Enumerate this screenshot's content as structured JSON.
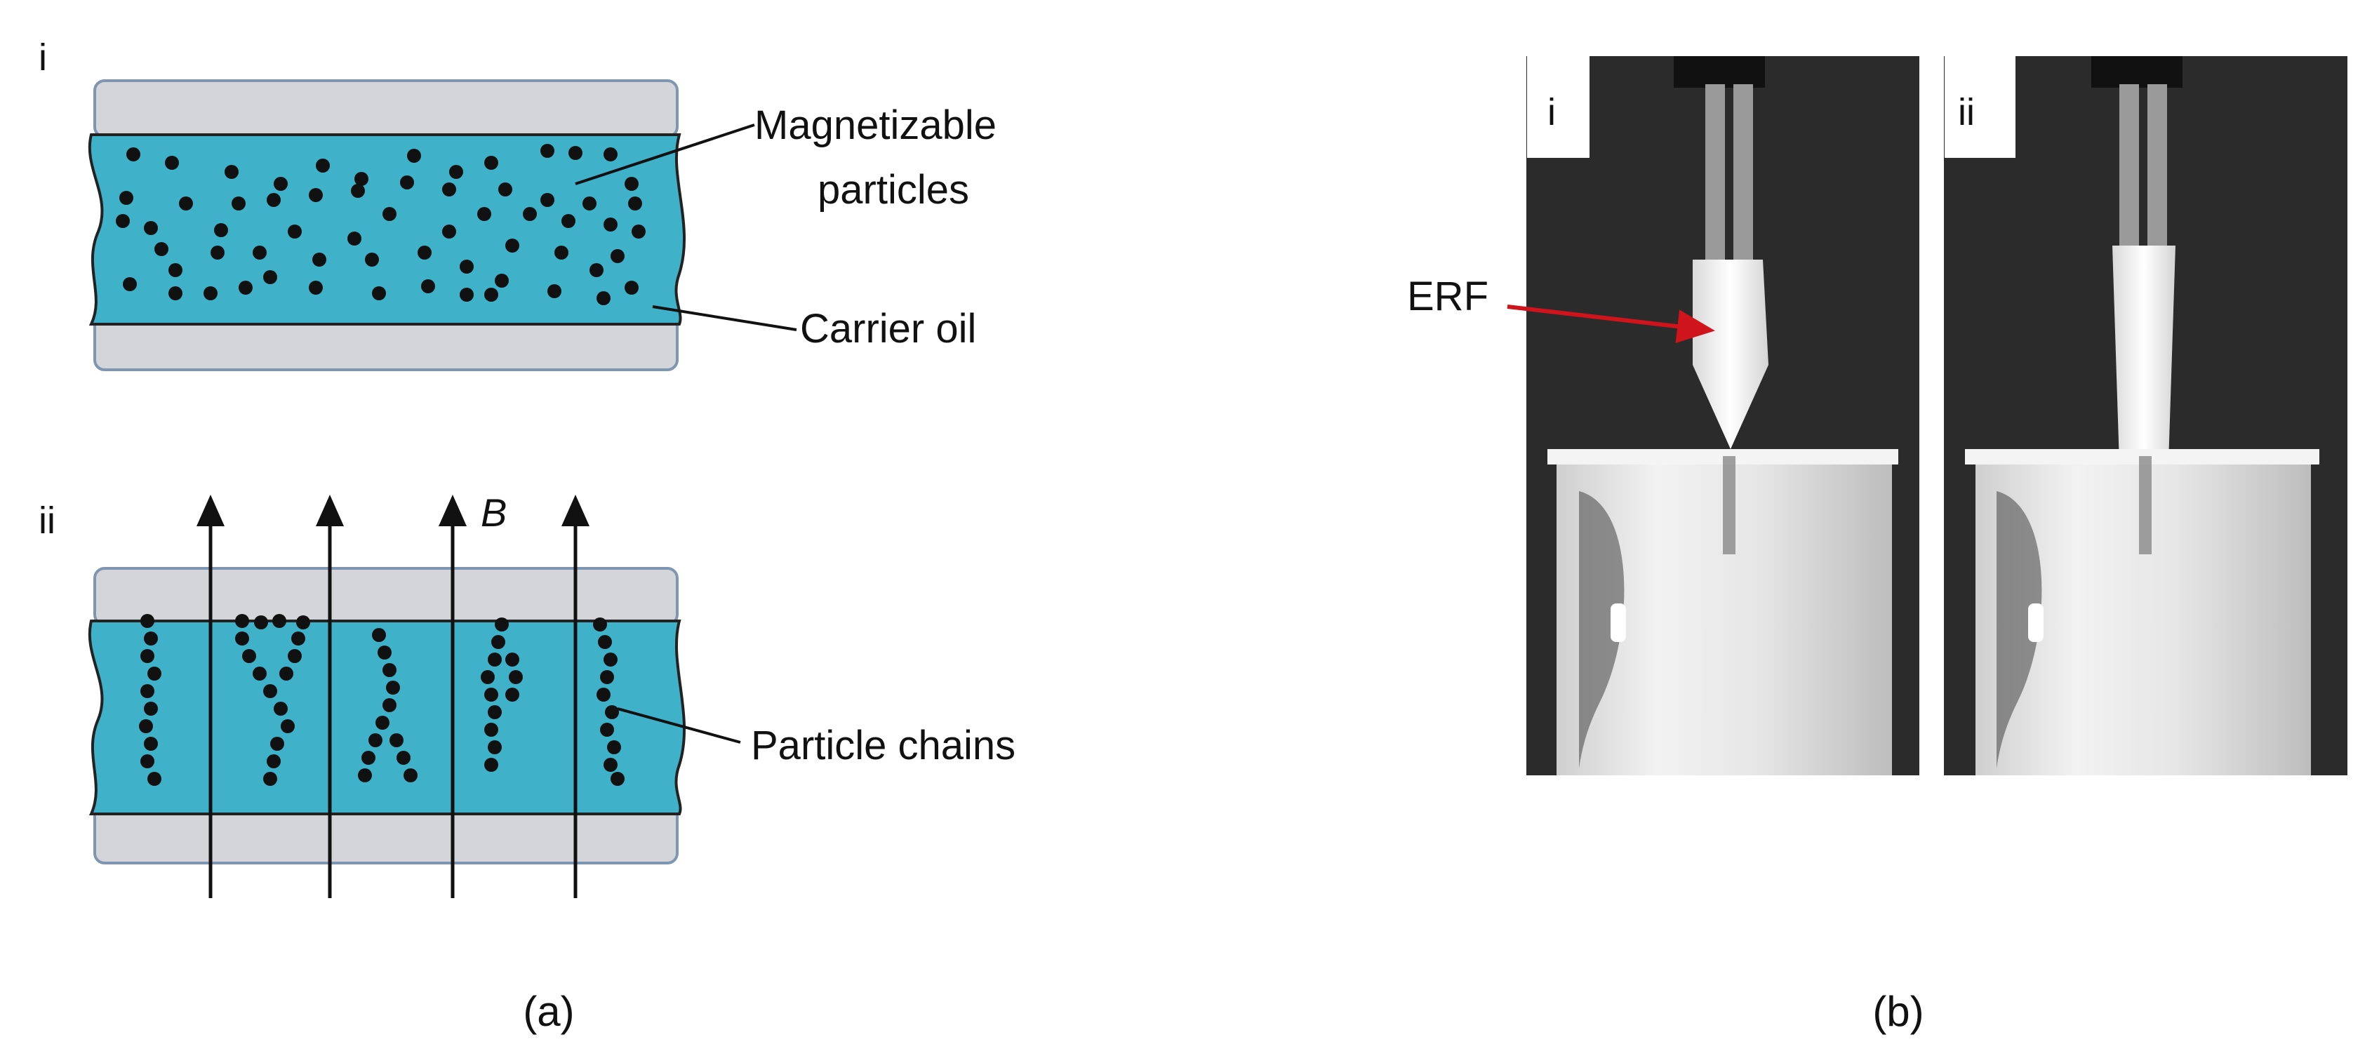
{
  "panel_a": {
    "sub_i": {
      "roman": "i",
      "label_particles": [
        "Magnetizable",
        "particles"
      ],
      "label_oil": "Carrier oil"
    },
    "sub_ii": {
      "roman": "ii",
      "field_symbol": "B",
      "label_chains": "Particle chains"
    },
    "caption": "(a)"
  },
  "panel_b": {
    "photo_i": {
      "roman": "i",
      "label": "ERF"
    },
    "photo_ii": {
      "roman": "ii"
    },
    "caption": "(b)"
  },
  "colors": {
    "fluid": "#3fb1c8",
    "plate": "#d3d5d8",
    "plate_edge": "#7f96b2",
    "pointer": "#d0141c"
  }
}
